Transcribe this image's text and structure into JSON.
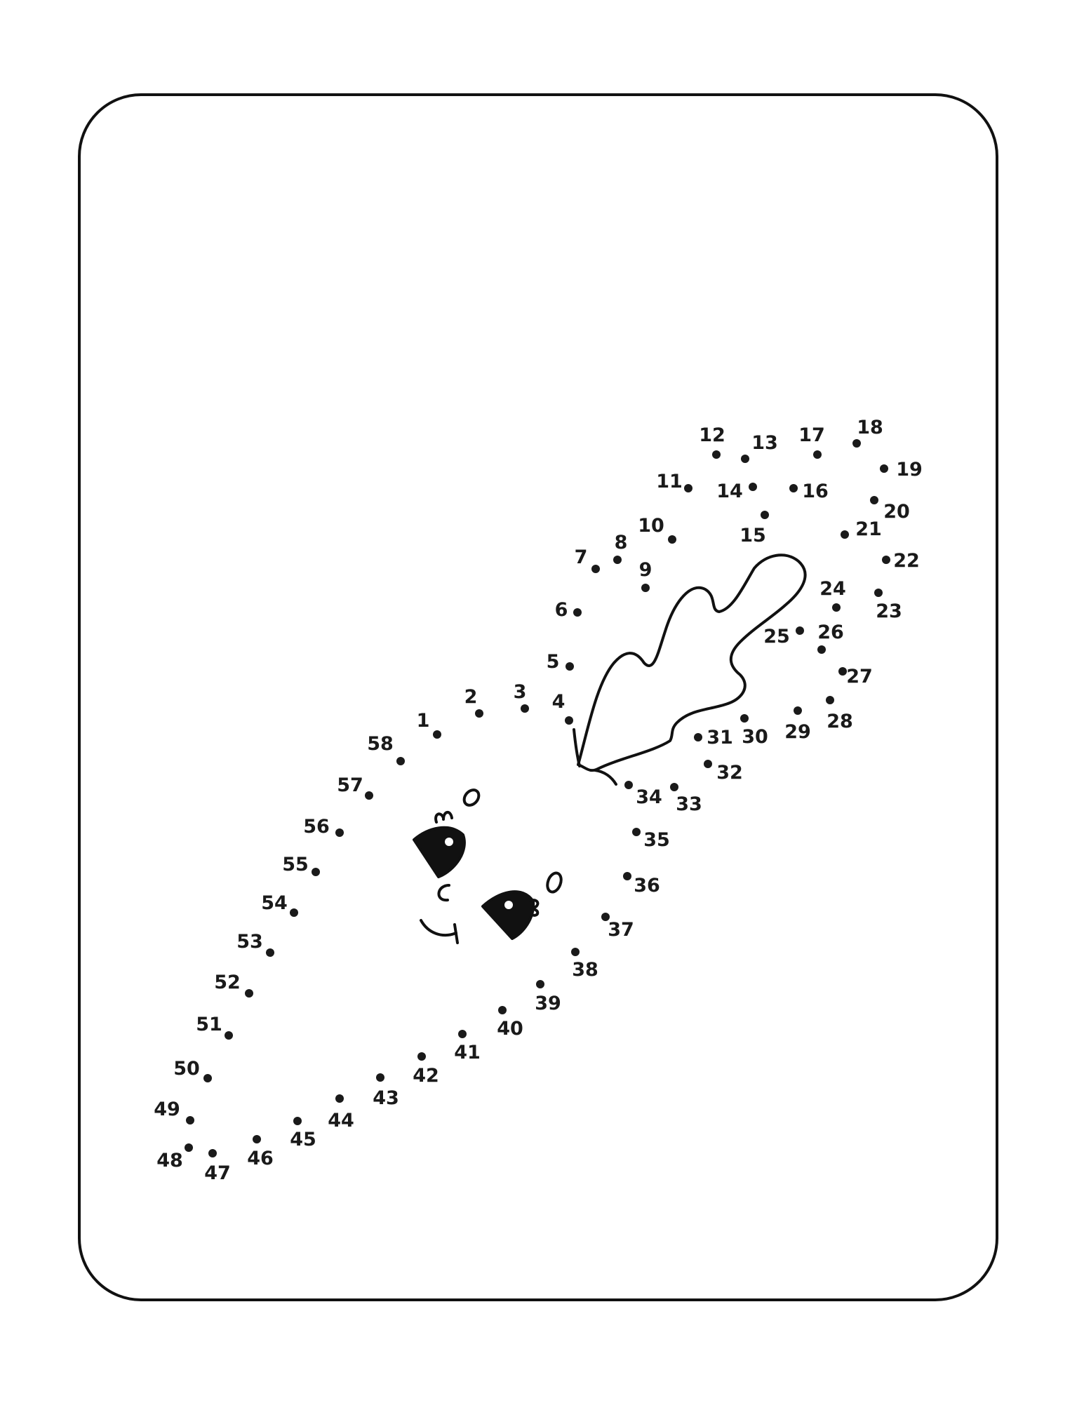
{
  "worksheet": {
    "type": "connect-the-dots",
    "subject": "carrot-with-face",
    "ink_color": "#1a1a1a",
    "background_color": "#ffffff",
    "frame_color": "#111111",
    "dot_count": 58,
    "dots": [
      {
        "n": "1"
      },
      {
        "n": "2"
      },
      {
        "n": "3"
      },
      {
        "n": "4"
      },
      {
        "n": "5"
      },
      {
        "n": "6"
      },
      {
        "n": "7"
      },
      {
        "n": "8"
      },
      {
        "n": "9"
      },
      {
        "n": "10"
      },
      {
        "n": "11"
      },
      {
        "n": "12"
      },
      {
        "n": "13"
      },
      {
        "n": "14"
      },
      {
        "n": "15"
      },
      {
        "n": "16"
      },
      {
        "n": "17"
      },
      {
        "n": "18"
      },
      {
        "n": "19"
      },
      {
        "n": "20"
      },
      {
        "n": "21"
      },
      {
        "n": "22"
      },
      {
        "n": "23"
      },
      {
        "n": "24"
      },
      {
        "n": "25"
      },
      {
        "n": "26"
      },
      {
        "n": "27"
      },
      {
        "n": "28"
      },
      {
        "n": "29"
      },
      {
        "n": "30"
      },
      {
        "n": "31"
      },
      {
        "n": "32"
      },
      {
        "n": "33"
      },
      {
        "n": "34"
      },
      {
        "n": "35"
      },
      {
        "n": "36"
      },
      {
        "n": "37"
      },
      {
        "n": "38"
      },
      {
        "n": "39"
      },
      {
        "n": "40"
      },
      {
        "n": "41"
      },
      {
        "n": "42"
      },
      {
        "n": "43"
      },
      {
        "n": "44"
      },
      {
        "n": "45"
      },
      {
        "n": "46"
      },
      {
        "n": "47"
      },
      {
        "n": "48"
      },
      {
        "n": "49"
      },
      {
        "n": "50"
      },
      {
        "n": "51"
      },
      {
        "n": "52"
      },
      {
        "n": "53"
      },
      {
        "n": "54"
      },
      {
        "n": "55"
      },
      {
        "n": "56"
      },
      {
        "n": "57"
      },
      {
        "n": "58"
      }
    ],
    "icons": {
      "leaf": "carrot-leaf-icon",
      "left_eye": "left-eye-icon",
      "right_eye": "right-eye-icon",
      "cheek": "cheek-icon",
      "smile": "smile-icon"
    }
  }
}
